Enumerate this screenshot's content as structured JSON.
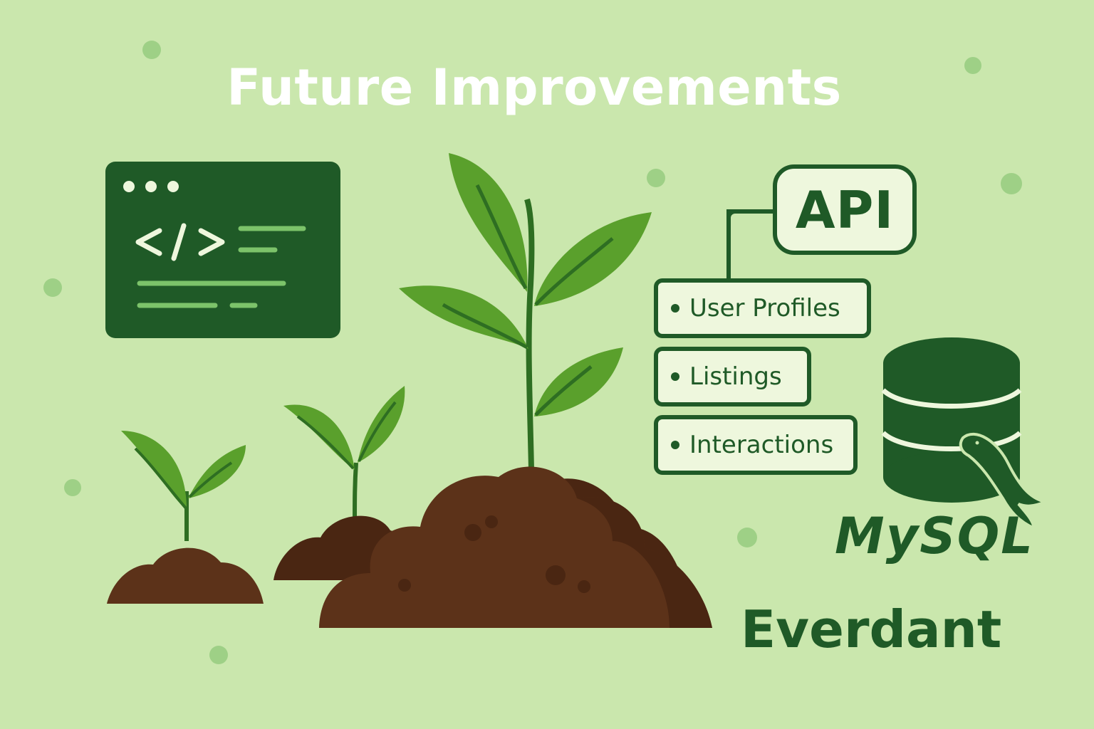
{
  "title": "Future Improvements",
  "api": {
    "label": "API",
    "items": [
      "User Profiles",
      "Listings",
      "Interactions"
    ]
  },
  "database": {
    "label": "MySQL",
    "icon": "database-icon"
  },
  "brand": "Everdant",
  "code_window": {
    "icon": "code-window-icon",
    "glyph": "</>"
  },
  "colors": {
    "background": "#cae7ad",
    "dark_green": "#1f5a27",
    "leaf_green": "#5aa02c",
    "soil_brown": "#5c3219",
    "box_fill": "#eef7dd"
  }
}
